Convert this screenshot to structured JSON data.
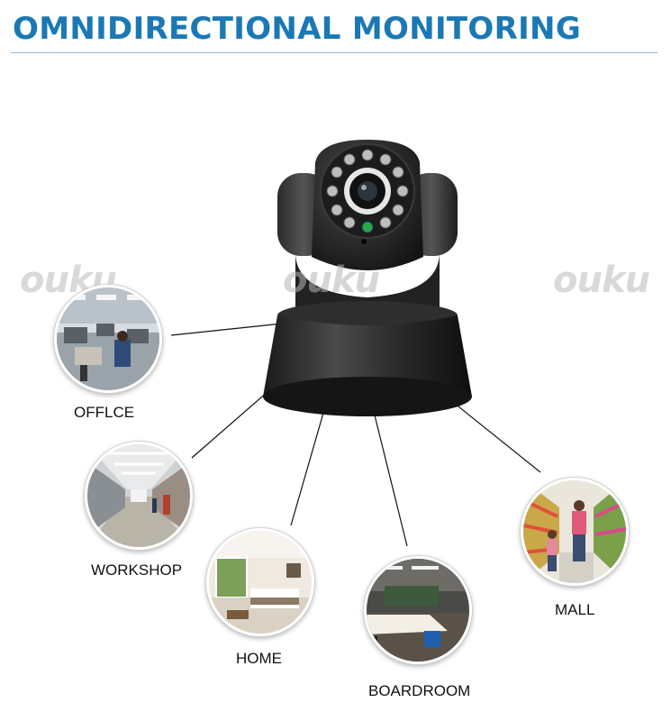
{
  "header": {
    "title": "OMNIDIRECTIONAL MONITORING"
  },
  "brand": {
    "watermark": "ouku"
  },
  "locations": [
    {
      "label": "OFFLCE",
      "icon": "office-scene"
    },
    {
      "label": "WORKSHOP",
      "icon": "workshop-scene"
    },
    {
      "label": "HOME",
      "icon": "home-scene"
    },
    {
      "label": "BOARDROOM",
      "icon": "boardroom-scene"
    },
    {
      "label": "MALL",
      "icon": "mall-scene"
    }
  ],
  "colors": {
    "title": "#1c78b4",
    "camera_body": "#1a1a1a",
    "watermark": "#d9d9d9"
  }
}
